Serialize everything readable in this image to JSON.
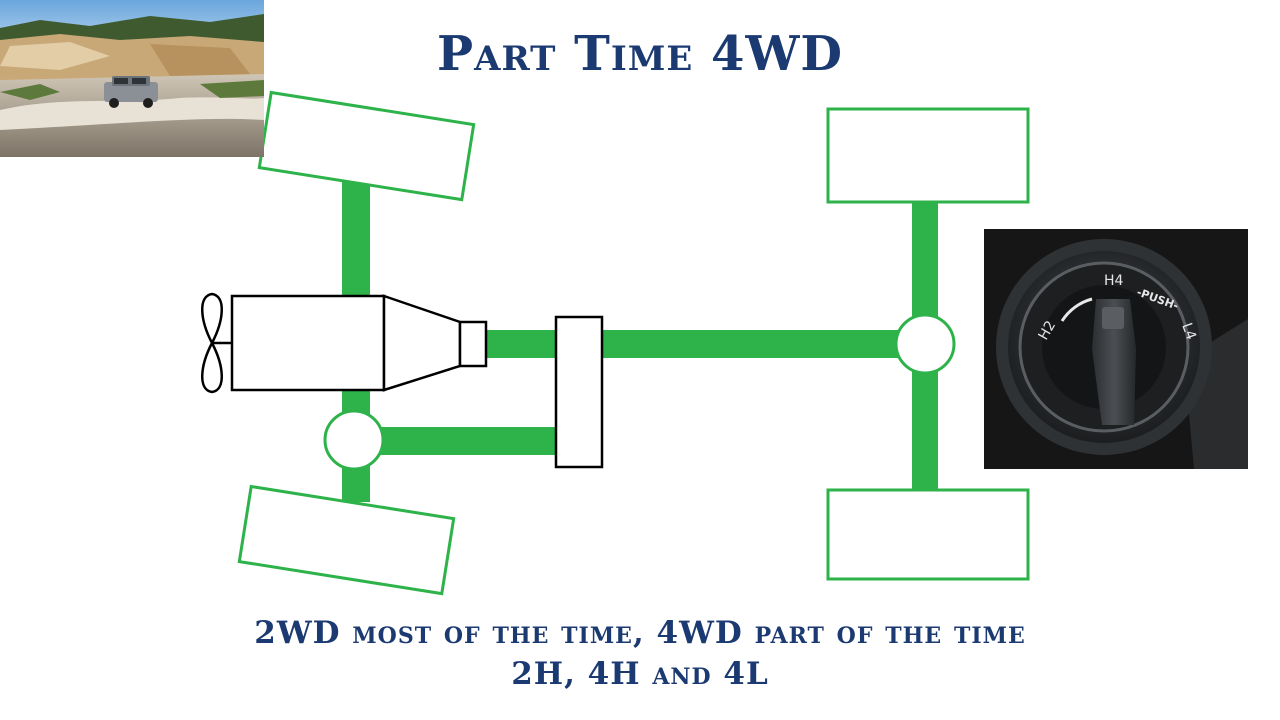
{
  "title": "Part Time 4WD",
  "captions": {
    "line1": "2WD most of the time, 4WD part of the time",
    "line2": "2H, 4H and 4L"
  },
  "selector_knob": {
    "positions": [
      "H2",
      "H4",
      "L4"
    ],
    "push_label": "PUSH"
  },
  "colors": {
    "title": "#1c3a72",
    "shaft": "#2db34a",
    "outline": "#000000"
  }
}
